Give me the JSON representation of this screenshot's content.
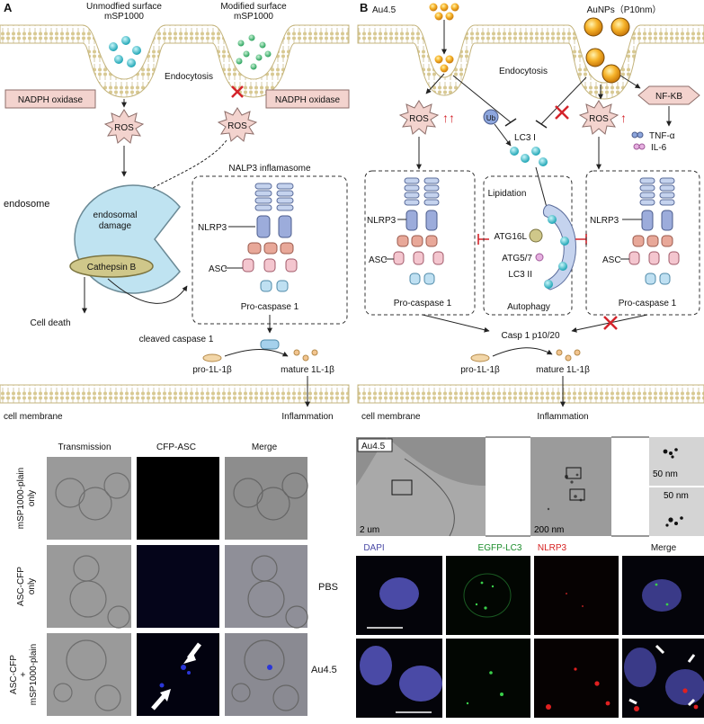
{
  "panel_a": {
    "label": "A",
    "unmodified_surface": "Unmodfied surface",
    "unmodified_particle": "mSP1000",
    "modified_surface": "Modified surface",
    "modified_particle": "mSP1000",
    "endocytosis": "Endocytosis",
    "nadph_left": "NADPH oxidase",
    "nadph_right": "NADPH oxidase",
    "ros_left": "ROS",
    "ros_right": "ROS",
    "endosome": "endosome",
    "endosomal_damage_1": "endosomal",
    "endosomal_damage_2": "damage",
    "cathepsin": "Cathepsin B",
    "cell_death": "Cell death",
    "nalp3": "NALP3 inflamasome",
    "nlrp3": "NLRP3",
    "asc": "ASC",
    "pro_caspase": "Pro-caspase 1",
    "cleaved_caspase": "cleaved caspase 1",
    "pro_il": "pro-1L-1β",
    "mature_il": "mature 1L-1β",
    "cell_membrane": "cell membrane",
    "inflammation": "Inflammation"
  },
  "panel_b": {
    "label": "B",
    "au45": "Au4.5",
    "aunps": "AuNPs（P10nm）",
    "endocytosis": "Endocytosis",
    "nfkb": "NF-KB",
    "ros_left": "ROS",
    "ros_right": "ROS",
    "ub": "Ub",
    "lc3i": "LC3 I",
    "tnf": "TNF-α",
    "il6": "IL-6",
    "lipidation": "Lipidation",
    "atg16l": "ATG16L",
    "atg57": "ATG5/7",
    "lc3ii": "LC3 II",
    "autophagy": "Autophagy",
    "nlrp3_left": "NLRP3",
    "nlrp3_right": "NLRP3",
    "asc_left": "ASC",
    "asc_right": "ASC",
    "procasp_left": "Pro-caspase 1",
    "procasp_right": "Pro-caspase 1",
    "casp": "Casp 1 p10/20",
    "pro_il": "pro-1L-1β",
    "mature_il": "mature 1L-1β",
    "cell_membrane": "cell membrane",
    "inflammation": "Inflammation"
  },
  "micro_a": {
    "cols": [
      "Transmission",
      "CFP-ASC",
      "Merge"
    ],
    "row1": [
      "mSP1000-plain",
      "only"
    ],
    "row2": [
      "ASC-CFP",
      "only"
    ],
    "row3": [
      "ASC-CFP",
      "+",
      "mSP1000-plain"
    ],
    "pbs": "PBS",
    "au45": "Au4.5"
  },
  "tem": {
    "label": "Au4.5",
    "scale1": "2 um",
    "scale2": "200 nm",
    "scale3": "50 nm",
    "scale4": "50 nm"
  },
  "fluor": {
    "dapi": "DAPI",
    "egfp": "EGFP-LC3",
    "nlrp3": "NLRP3",
    "merge": "Merge"
  },
  "colors": {
    "membrane": "#f4ebc8",
    "nadph_box": "#f3d3ce",
    "endosome": "#bfe3f1",
    "lc3": "#2bb8c7",
    "gold": "#f3a11d",
    "inhibit": "#d4242b",
    "dapi": "#4a4aa6",
    "egfp": "#1a8c2a",
    "nlrp3": "#d62020"
  }
}
